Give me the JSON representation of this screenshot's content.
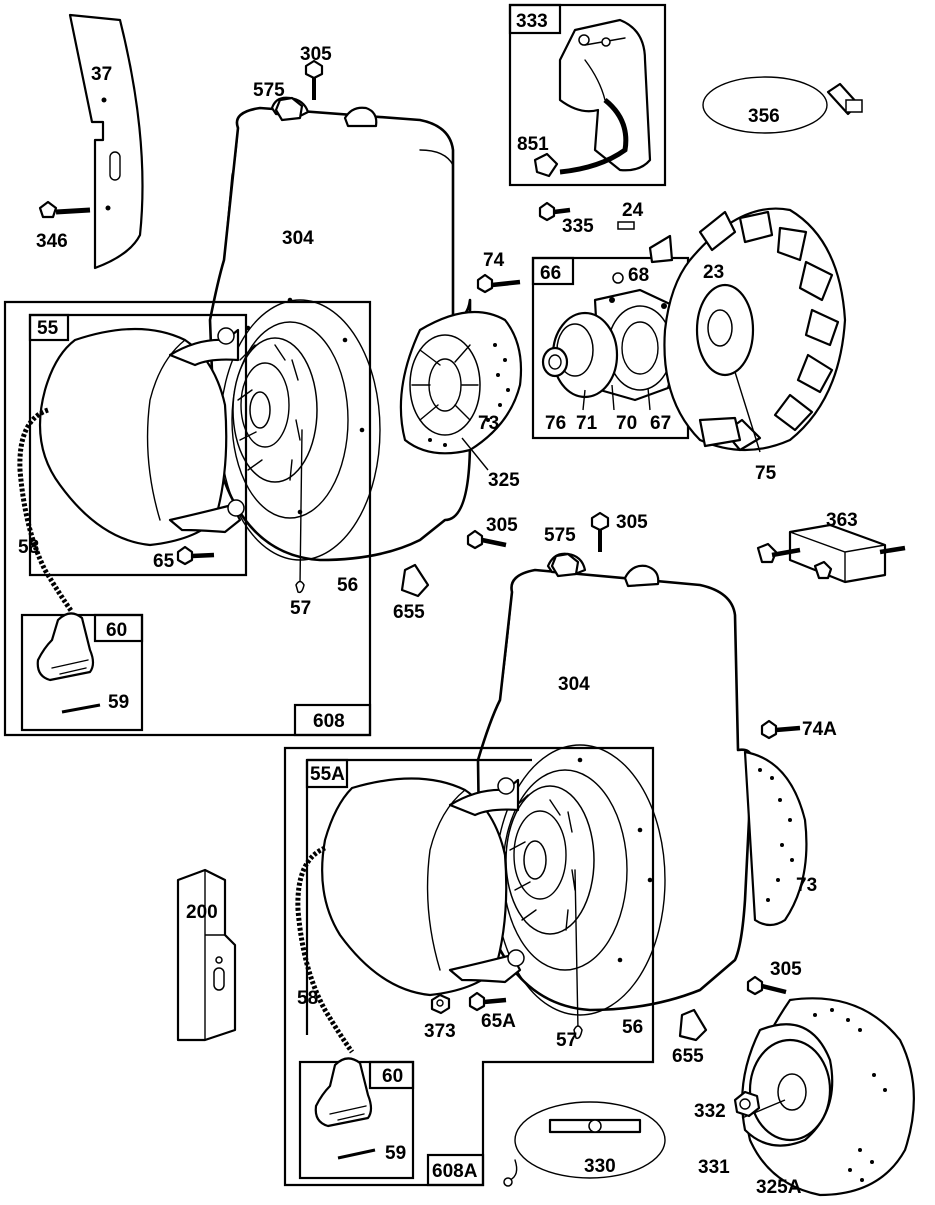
{
  "diagram": {
    "part_labels": [
      {
        "id": "37",
        "text": "37"
      },
      {
        "id": "346",
        "text": "346"
      },
      {
        "id": "305a",
        "text": "305"
      },
      {
        "id": "575a",
        "text": "575"
      },
      {
        "id": "304a",
        "text": "304"
      },
      {
        "id": "333",
        "text": "333"
      },
      {
        "id": "851",
        "text": "851"
      },
      {
        "id": "356",
        "text": "356"
      },
      {
        "id": "335",
        "text": "335"
      },
      {
        "id": "24",
        "text": "24"
      },
      {
        "id": "23",
        "text": "23"
      },
      {
        "id": "74",
        "text": "74"
      },
      {
        "id": "66",
        "text": "66"
      },
      {
        "id": "68",
        "text": "68"
      },
      {
        "id": "76",
        "text": "76"
      },
      {
        "id": "71",
        "text": "71"
      },
      {
        "id": "70",
        "text": "70"
      },
      {
        "id": "67",
        "text": "67"
      },
      {
        "id": "75",
        "text": "75"
      },
      {
        "id": "55",
        "text": "55"
      },
      {
        "id": "73a",
        "text": "73"
      },
      {
        "id": "325",
        "text": "325"
      },
      {
        "id": "58a",
        "text": "58"
      },
      {
        "id": "65",
        "text": "65"
      },
      {
        "id": "56a",
        "text": "56"
      },
      {
        "id": "57a",
        "text": "57"
      },
      {
        "id": "305b",
        "text": "305"
      },
      {
        "id": "655a",
        "text": "655"
      },
      {
        "id": "575b",
        "text": "575"
      },
      {
        "id": "305c",
        "text": "305"
      },
      {
        "id": "363",
        "text": "363"
      },
      {
        "id": "60a",
        "text": "60"
      },
      {
        "id": "59a",
        "text": "59"
      },
      {
        "id": "608",
        "text": "608"
      },
      {
        "id": "304b",
        "text": "304"
      },
      {
        "id": "74A",
        "text": "74A"
      },
      {
        "id": "55A",
        "text": "55A"
      },
      {
        "id": "73b",
        "text": "73"
      },
      {
        "id": "200",
        "text": "200"
      },
      {
        "id": "58b",
        "text": "58"
      },
      {
        "id": "373",
        "text": "373"
      },
      {
        "id": "65A",
        "text": "65A"
      },
      {
        "id": "57b",
        "text": "57"
      },
      {
        "id": "56b",
        "text": "56"
      },
      {
        "id": "655b",
        "text": "655"
      },
      {
        "id": "305d",
        "text": "305"
      },
      {
        "id": "60b",
        "text": "60"
      },
      {
        "id": "59b",
        "text": "59"
      },
      {
        "id": "608A",
        "text": "608A"
      },
      {
        "id": "330",
        "text": "330"
      },
      {
        "id": "332",
        "text": "332"
      },
      {
        "id": "331",
        "text": "331"
      },
      {
        "id": "325A",
        "text": "325A"
      }
    ]
  }
}
